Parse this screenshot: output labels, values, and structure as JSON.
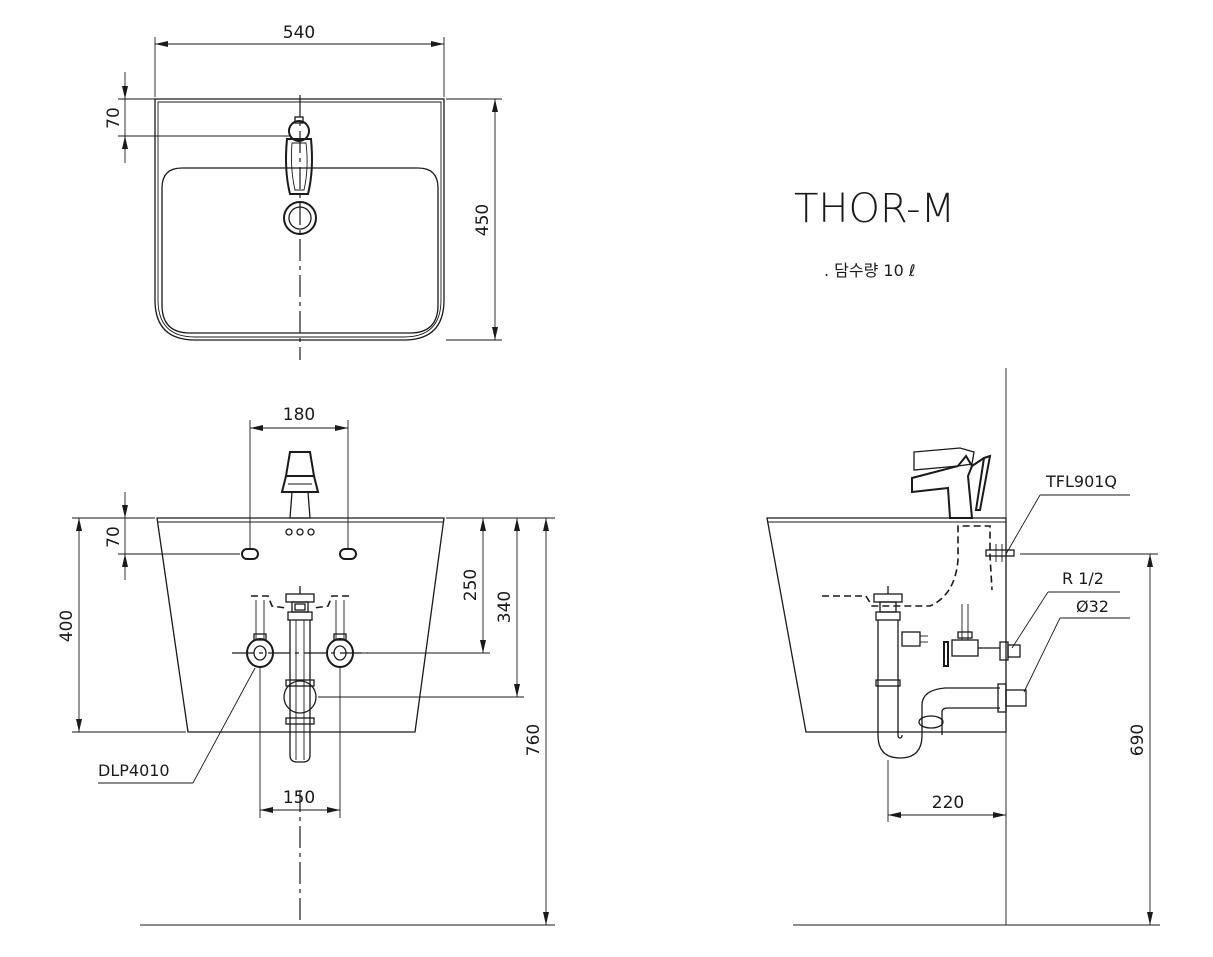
{
  "product": {
    "model": "THOR-M",
    "capacity": ". 담수량 10 ℓ"
  },
  "top_view": {
    "width_dim": "540",
    "depth_dim": "450",
    "faucet_offset_dim": "70"
  },
  "front_view": {
    "faucet_hole_span_dim": "180",
    "hole_offset_dim": "70",
    "height_dim": "400",
    "supply_height_dim": "250",
    "drain_height_dim": "340",
    "install_height_dim": "760",
    "valve_span_dim": "150",
    "valve_label": "DLP4010"
  },
  "side_view": {
    "faucet_label": "TFL901Q",
    "supply_label": "R 1/2",
    "drain_label": "Ø32",
    "projection_dim": "220",
    "install_height_dim": "690"
  }
}
